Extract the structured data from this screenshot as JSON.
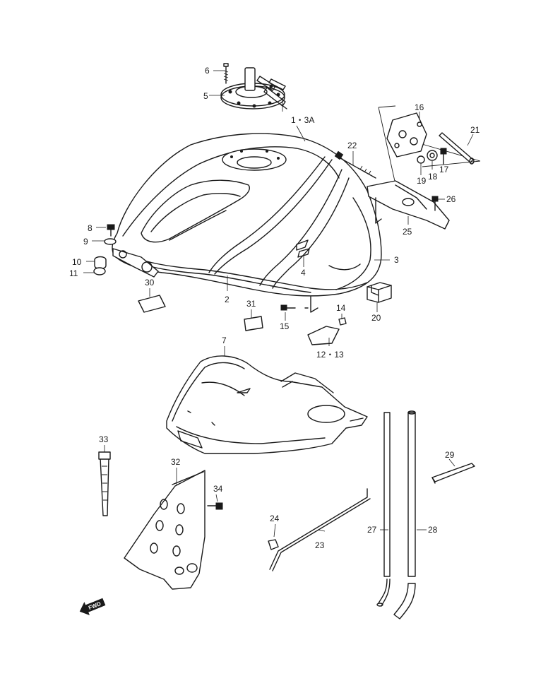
{
  "callouts": {
    "c1_3A": "1・3A",
    "c2": "2",
    "c3": "3",
    "c4": "4",
    "c5": "5",
    "c6": "6",
    "c7": "7",
    "c8": "8",
    "c9": "9",
    "c10": "10",
    "c11": "11",
    "c12_13": "12・13",
    "c14": "14",
    "c15": "15",
    "c16": "16",
    "c17": "17",
    "c18": "18",
    "c19": "19",
    "c20": "20",
    "c21": "21",
    "c22": "22",
    "c23": "23",
    "c24": "24",
    "c25": "25",
    "c26": "26",
    "c27": "27",
    "c28": "28",
    "c29": "29",
    "c30": "30",
    "c31": "31",
    "c32": "32",
    "c33": "33",
    "c34": "34"
  },
  "fwd_marker": "FWD",
  "icons": {
    "fwd_arrow": "fwd-arrow-icon"
  }
}
